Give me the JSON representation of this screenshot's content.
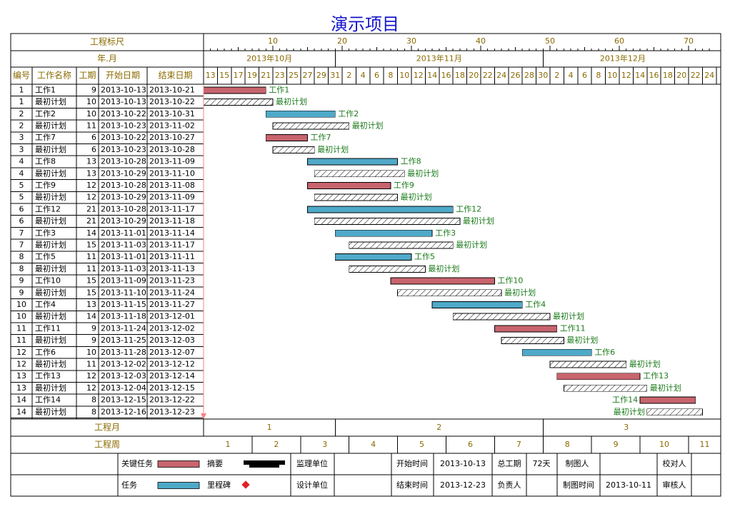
{
  "title": "演示项目",
  "header": {
    "scale_label": "工程标尺",
    "yearmonth_label": "年.月",
    "col_headers": [
      "编号",
      "工作名称",
      "工期",
      "开始日期",
      "结束日期"
    ],
    "scale_ticks": [
      "10",
      "20",
      "30",
      "40",
      "50",
      "60",
      "70"
    ],
    "months": [
      "2013年10月",
      "2013年11月",
      "2013年12月"
    ],
    "day_ticks": [
      "13",
      "15",
      "17",
      "19",
      "21",
      "23",
      "25",
      "27",
      "29",
      "31",
      "2",
      "4",
      "6",
      "8",
      "10",
      "12",
      "14",
      "16",
      "18",
      "20",
      "22",
      "24",
      "26",
      "28",
      "30",
      "2",
      "4",
      "6",
      "8",
      "10",
      "12",
      "14",
      "16",
      "18",
      "20",
      "22",
      "24"
    ]
  },
  "bottom": {
    "month_row_label": "工程月",
    "week_row_label": "工程周",
    "month_numbers": [
      "1",
      "2",
      "3"
    ],
    "week_numbers": [
      "1",
      "2",
      "3",
      "4",
      "5",
      "6",
      "7",
      "8",
      "9",
      "10",
      "11"
    ]
  },
  "legend": {
    "critical_label": "关键任务",
    "summary_label": "摘要",
    "task_label": "任务",
    "milestone_label": "里程碑"
  },
  "info": {
    "supervisor_label": "监理单位",
    "designer_label": "设计单位",
    "start_label": "开始时间",
    "start_value": "2013-10-13",
    "end_label": "结束时间",
    "end_value": "2013-12-23",
    "duration_label": "总工期",
    "duration_value": "72天",
    "owner_label": "负责人",
    "drawer_label": "制图人",
    "drawtime_label": "制图时间",
    "drawtime_value": "2013-10-11",
    "checker_label": "校对人",
    "reviewer_label": "审核人"
  },
  "colors": {
    "critical": "#c8646e",
    "task": "#4fa9c8",
    "header_text": "#8a6a00",
    "bar_label": "#1a7a1a",
    "title": "#1515c8",
    "milestone": "#e02020",
    "today_line": "#ff8080"
  },
  "chart_data": {
    "type": "gantt",
    "axis_start": "2013-10-13",
    "axis_end": "2013-12-24",
    "tasks": [
      {
        "id": "1",
        "name": "工作1",
        "duration": "9",
        "start": "2013-10-13",
        "end": "2013-10-21",
        "kind": "critical",
        "label": "工作1"
      },
      {
        "id": "1",
        "name": "最初计划",
        "duration": "10",
        "start": "2013-10-13",
        "end": "2013-10-22",
        "kind": "baseline",
        "label": "最初计划"
      },
      {
        "id": "2",
        "name": "工作2",
        "duration": "10",
        "start": "2013-10-22",
        "end": "2013-10-31",
        "kind": "task",
        "label": "工作2"
      },
      {
        "id": "2",
        "name": "最初计划",
        "duration": "11",
        "start": "2013-10-23",
        "end": "2013-11-02",
        "kind": "baseline",
        "label": "最初计划"
      },
      {
        "id": "3",
        "name": "工作7",
        "duration": "6",
        "start": "2013-10-22",
        "end": "2013-10-27",
        "kind": "critical",
        "label": "工作7"
      },
      {
        "id": "3",
        "name": "最初计划",
        "duration": "6",
        "start": "2013-10-23",
        "end": "2013-10-28",
        "kind": "baseline",
        "label": "最初计划"
      },
      {
        "id": "4",
        "name": "工作8",
        "duration": "13",
        "start": "2013-10-28",
        "end": "2013-11-09",
        "kind": "task",
        "label": "工作8"
      },
      {
        "id": "4",
        "name": "最初计划",
        "duration": "13",
        "start": "2013-10-29",
        "end": "2013-11-10",
        "kind": "baseline",
        "label": "最初计划"
      },
      {
        "id": "5",
        "name": "工作9",
        "duration": "12",
        "start": "2013-10-28",
        "end": "2013-11-08",
        "kind": "critical",
        "label": "工作9"
      },
      {
        "id": "5",
        "name": "最初计划",
        "duration": "12",
        "start": "2013-10-29",
        "end": "2013-11-09",
        "kind": "baseline",
        "label": "最初计划"
      },
      {
        "id": "6",
        "name": "工作12",
        "duration": "21",
        "start": "2013-10-28",
        "end": "2013-11-17",
        "kind": "task",
        "label": "工作12"
      },
      {
        "id": "6",
        "name": "最初计划",
        "duration": "21",
        "start": "2013-10-29",
        "end": "2013-11-18",
        "kind": "baseline",
        "label": "最初计划"
      },
      {
        "id": "7",
        "name": "工作3",
        "duration": "14",
        "start": "2013-11-01",
        "end": "2013-11-14",
        "kind": "task",
        "label": "工作3"
      },
      {
        "id": "7",
        "name": "最初计划",
        "duration": "15",
        "start": "2013-11-03",
        "end": "2013-11-17",
        "kind": "baseline",
        "label": "最初计划"
      },
      {
        "id": "8",
        "name": "工作5",
        "duration": "11",
        "start": "2013-11-01",
        "end": "2013-11-11",
        "kind": "task",
        "label": "工作5"
      },
      {
        "id": "8",
        "name": "最初计划",
        "duration": "11",
        "start": "2013-11-03",
        "end": "2013-11-13",
        "kind": "baseline",
        "label": "最初计划"
      },
      {
        "id": "9",
        "name": "工作10",
        "duration": "15",
        "start": "2013-11-09",
        "end": "2013-11-23",
        "kind": "critical",
        "label": "工作10"
      },
      {
        "id": "9",
        "name": "最初计划",
        "duration": "15",
        "start": "2013-11-10",
        "end": "2013-11-24",
        "kind": "baseline",
        "label": "最初计划"
      },
      {
        "id": "10",
        "name": "工作4",
        "duration": "13",
        "start": "2013-11-15",
        "end": "2013-11-27",
        "kind": "task",
        "label": "工作4"
      },
      {
        "id": "10",
        "name": "最初计划",
        "duration": "14",
        "start": "2013-11-18",
        "end": "2013-12-01",
        "kind": "baseline",
        "label": "最初计划"
      },
      {
        "id": "11",
        "name": "工作11",
        "duration": "9",
        "start": "2013-11-24",
        "end": "2013-12-02",
        "kind": "critical",
        "label": "工作11"
      },
      {
        "id": "11",
        "name": "最初计划",
        "duration": "9",
        "start": "2013-11-25",
        "end": "2013-12-03",
        "kind": "baseline",
        "label": "最初计划"
      },
      {
        "id": "12",
        "name": "工作6",
        "duration": "10",
        "start": "2013-11-28",
        "end": "2013-12-07",
        "kind": "task",
        "label": "工作6"
      },
      {
        "id": "12",
        "name": "最初计划",
        "duration": "11",
        "start": "2013-12-02",
        "end": "2013-12-12",
        "kind": "baseline",
        "label": "最初计划"
      },
      {
        "id": "13",
        "name": "工作13",
        "duration": "12",
        "start": "2013-12-03",
        "end": "2013-12-14",
        "kind": "critical",
        "label": "工作13"
      },
      {
        "id": "13",
        "name": "最初计划",
        "duration": "12",
        "start": "2013-12-04",
        "end": "2013-12-15",
        "kind": "baseline",
        "label": "最初计划"
      },
      {
        "id": "14",
        "name": "工作14",
        "duration": "8",
        "start": "2013-12-15",
        "end": "2013-12-22",
        "kind": "critical",
        "label": "工作14",
        "label_side": "left"
      },
      {
        "id": "14",
        "name": "最初计划",
        "duration": "8",
        "start": "2013-12-16",
        "end": "2013-12-23",
        "kind": "baseline",
        "label": "最初计划",
        "label_side": "left"
      }
    ]
  }
}
